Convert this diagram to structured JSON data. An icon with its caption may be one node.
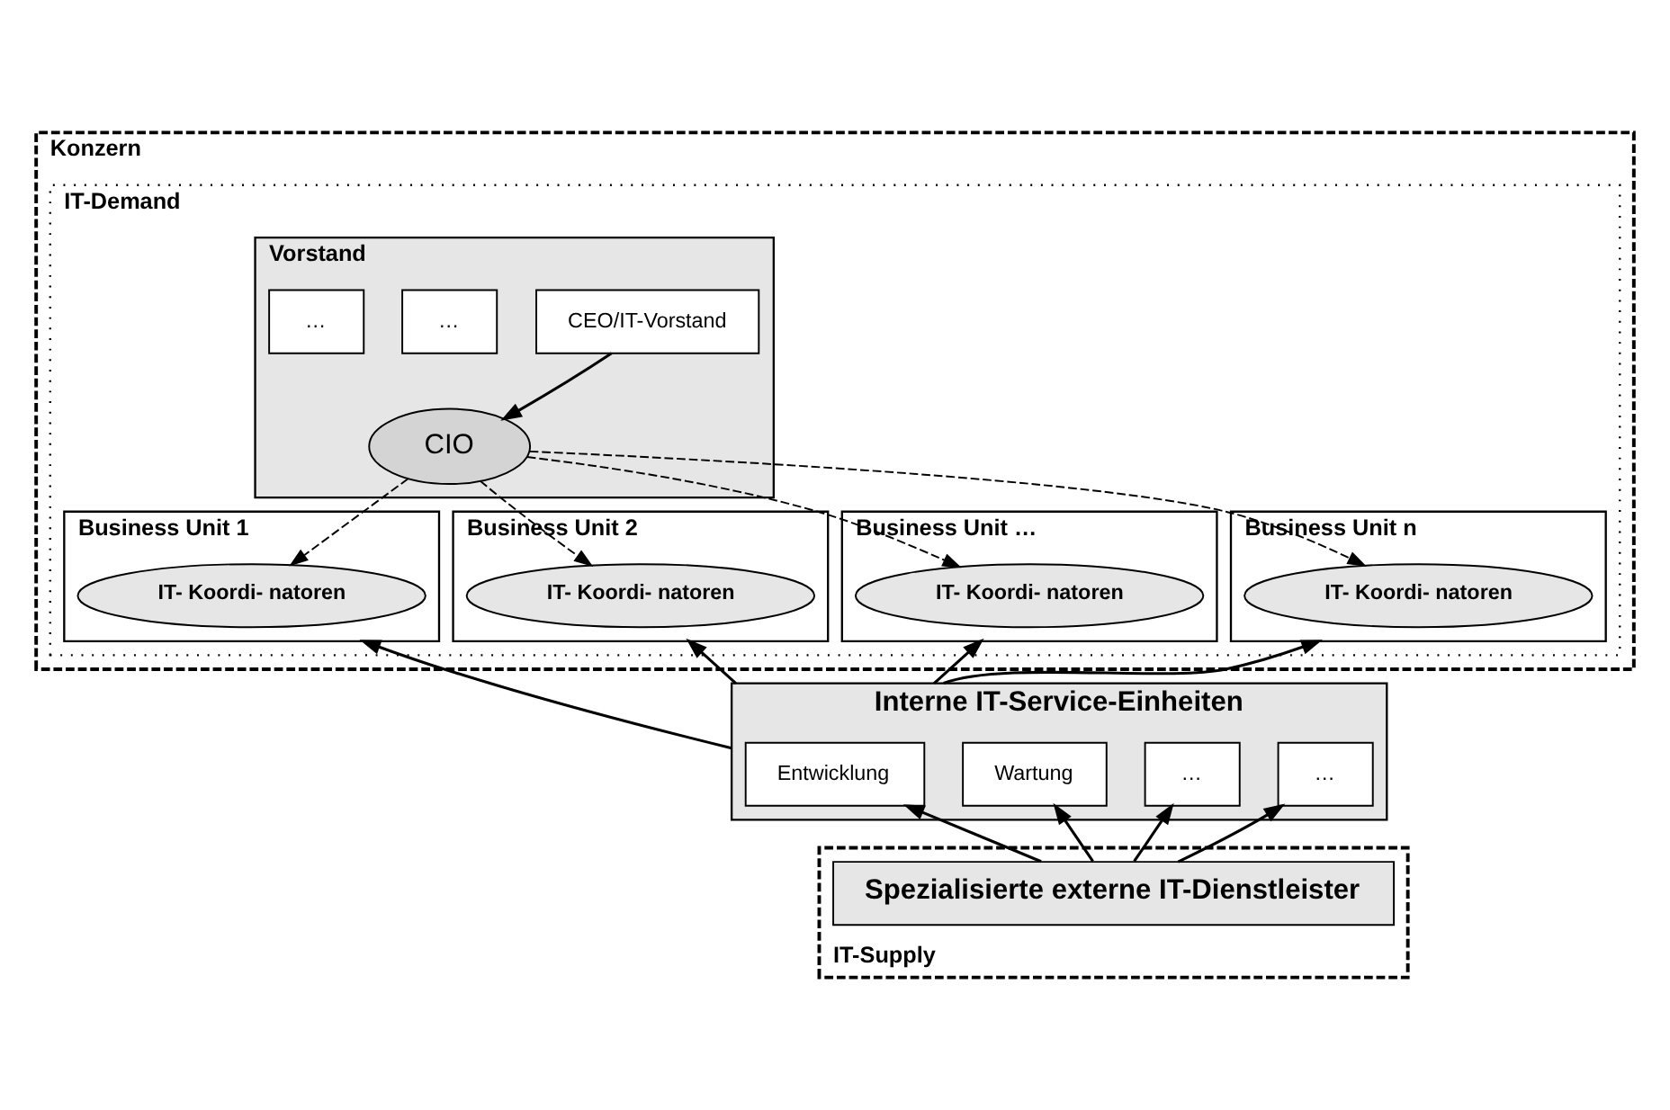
{
  "diagram": {
    "nodes": [
      {
        "text": [
          "Konzern"
        ]
      },
      {
        "text": [
          "IT-Demand"
        ],
        "in": 0
      },
      {
        "text": [
          "Vorstand"
        ],
        "in": 1
      },
      {
        "text": [
          "CEO/IT-Vorstand"
        ],
        "in": 2
      },
      {
        "text": [
          "…"
        ],
        "in": 2
      },
      {
        "text": [
          "…"
        ],
        "in": 2
      },
      {
        "text": [
          "CIO"
        ],
        "in": 2
      },
      {
        "text": [
          "Business Unit 1"
        ],
        "in": 1
      },
      {
        "text": [
          "IT- Koordi- natoren"
        ],
        "in": 7
      },
      {
        "text": [
          "Business Unit 2"
        ],
        "in": 1
      },
      {
        "text": [
          "IT- Koordi- natoren"
        ],
        "in": 9
      },
      {
        "text": [
          "Business Unit …"
        ],
        "in": 1
      },
      {
        "text": [
          "IT- Koordi- natoren"
        ],
        "in": 11
      },
      {
        "text": [
          "Business Unit n"
        ],
        "in": 1
      },
      {
        "text": [
          "IT- Koordi- natoren"
        ],
        "in": 13
      },
      {
        "text": [
          "IT-Supply"
        ]
      },
      {
        "text": [
          "Interne IT-Service-Einheiten"
        ]
      },
      {
        "text": [
          "Entwicklung"
        ],
        "in": 16
      },
      {
        "text": [
          "Wartung"
        ],
        "in": 16
      },
      {
        "text": [
          "…"
        ],
        "in": 16
      },
      {
        "text": [
          "…"
        ],
        "in": 16
      },
      {
        "text": [
          "Spezialisierte externe IT-Dienstleister"
        ],
        "in": 15
      }
    ],
    "edges": [
      {
        "from": 3,
        "to": 6,
        "arrow": "to"
      },
      {
        "from": 6,
        "to": 8,
        "arrow": "to",
        "style": "dashed"
      },
      {
        "from": 6,
        "to": 10,
        "arrow": "to",
        "style": "dashed"
      },
      {
        "from": 6,
        "to": 12,
        "arrow": "to",
        "style": "dashed"
      },
      {
        "from": 6,
        "to": 14,
        "arrow": "to",
        "style": "dashed"
      },
      {
        "from": 16,
        "to": 7,
        "arrow": "to"
      },
      {
        "from": 16,
        "to": 9,
        "arrow": "to"
      },
      {
        "from": 16,
        "to": 11,
        "arrow": "to"
      },
      {
        "from": 16,
        "to": 13,
        "arrow": "to"
      },
      {
        "from": 21,
        "to": 17,
        "arrow": "to"
      },
      {
        "from": 21,
        "to": 18,
        "arrow": "to"
      },
      {
        "from": 21,
        "to": 19,
        "arrow": "to"
      },
      {
        "from": 21,
        "to": 20,
        "arrow": "to"
      }
    ]
  }
}
